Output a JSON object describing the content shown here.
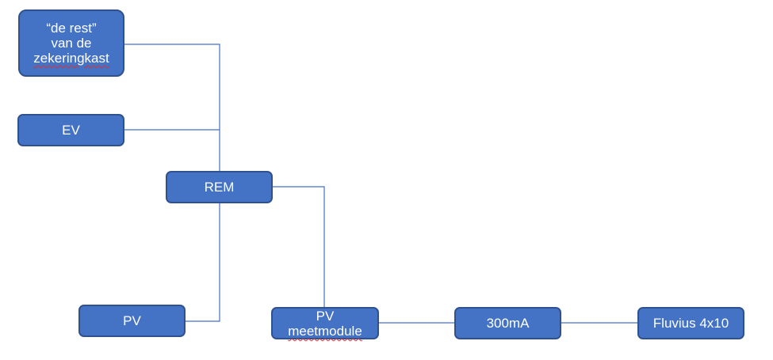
{
  "nodes": {
    "rest": {
      "lines": [
        "“de rest”",
        "van de",
        "zekeringkast"
      ]
    },
    "ev": {
      "label": "EV"
    },
    "rem": {
      "label": "REM"
    },
    "pv": {
      "label": "PV"
    },
    "pv_meet": {
      "lines": [
        "PV",
        "meetmodule"
      ]
    },
    "rcd": {
      "label": "300mA"
    },
    "fluvius": {
      "label": "Fluvius 4x10"
    }
  },
  "colors": {
    "box_fill": "#4472c4",
    "box_border": "#2f528f",
    "connector": "#4472c4",
    "text": "#ffffff"
  }
}
